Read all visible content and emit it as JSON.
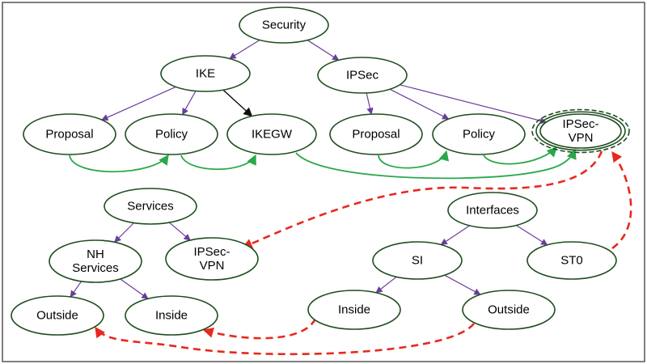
{
  "colors": {
    "node_stroke": "#1f4d1f",
    "tree_edge": "#6a3d9a",
    "black_edge": "#111111",
    "green_edge": "#2aa84a",
    "red_dashed_edge": "#e8281e"
  },
  "nodes": [
    {
      "id": "security",
      "lines": [
        "Security"
      ]
    },
    {
      "id": "ike",
      "lines": [
        "IKE"
      ]
    },
    {
      "id": "ipsec",
      "lines": [
        "IPSec"
      ]
    },
    {
      "id": "ike-proposal",
      "lines": [
        "Proposal"
      ]
    },
    {
      "id": "ike-policy",
      "lines": [
        "Policy"
      ]
    },
    {
      "id": "ikegw",
      "lines": [
        "IKEGW"
      ]
    },
    {
      "id": "ipsec-proposal",
      "lines": [
        "Proposal"
      ]
    },
    {
      "id": "ipsec-policy",
      "lines": [
        "Policy"
      ]
    },
    {
      "id": "ipsec-vpn",
      "lines": [
        "IPSec-",
        "VPN"
      ],
      "highlighted": true
    },
    {
      "id": "services",
      "lines": [
        "Services"
      ]
    },
    {
      "id": "nh-services",
      "lines": [
        "NH",
        "Services"
      ]
    },
    {
      "id": "svc-ipsec-vpn",
      "lines": [
        "IPSec-",
        "VPN"
      ]
    },
    {
      "id": "svc-outside",
      "lines": [
        "Outside"
      ]
    },
    {
      "id": "svc-inside",
      "lines": [
        "Inside"
      ]
    },
    {
      "id": "interfaces",
      "lines": [
        "Interfaces"
      ]
    },
    {
      "id": "si",
      "lines": [
        "SI"
      ]
    },
    {
      "id": "st0",
      "lines": [
        "ST0"
      ]
    },
    {
      "id": "if-inside",
      "lines": [
        "Inside"
      ]
    },
    {
      "id": "if-outside",
      "lines": [
        "Outside"
      ]
    }
  ],
  "edges": [
    {
      "from": "security",
      "to": "ike",
      "style": "tree"
    },
    {
      "from": "security",
      "to": "ipsec",
      "style": "tree"
    },
    {
      "from": "ike",
      "to": "ike-proposal",
      "style": "tree"
    },
    {
      "from": "ike",
      "to": "ike-policy",
      "style": "tree"
    },
    {
      "from": "ike",
      "to": "ikegw",
      "style": "black"
    },
    {
      "from": "ipsec",
      "to": "ipsec-proposal",
      "style": "tree"
    },
    {
      "from": "ipsec",
      "to": "ipsec-policy",
      "style": "tree"
    },
    {
      "from": "ipsec",
      "to": "ipsec-vpn",
      "style": "tree"
    },
    {
      "from": "services",
      "to": "nh-services",
      "style": "tree"
    },
    {
      "from": "services",
      "to": "svc-ipsec-vpn",
      "style": "tree"
    },
    {
      "from": "nh-services",
      "to": "svc-outside",
      "style": "tree"
    },
    {
      "from": "nh-services",
      "to": "svc-inside",
      "style": "tree"
    },
    {
      "from": "interfaces",
      "to": "si",
      "style": "tree"
    },
    {
      "from": "interfaces",
      "to": "st0",
      "style": "tree"
    },
    {
      "from": "si",
      "to": "if-inside",
      "style": "tree"
    },
    {
      "from": "si",
      "to": "if-outside",
      "style": "tree"
    },
    {
      "from": "ike-proposal",
      "to": "ike-policy",
      "style": "green"
    },
    {
      "from": "ike-policy",
      "to": "ikegw",
      "style": "green"
    },
    {
      "from": "ikegw",
      "to": "ipsec-vpn",
      "style": "green"
    },
    {
      "from": "ipsec-proposal",
      "to": "ipsec-policy",
      "style": "green"
    },
    {
      "from": "ipsec-policy",
      "to": "ipsec-vpn",
      "style": "green"
    },
    {
      "from": "ipsec-vpn",
      "to": "svc-ipsec-vpn",
      "style": "red-dashed"
    },
    {
      "from": "st0",
      "to": "ipsec-vpn",
      "style": "red-dashed"
    },
    {
      "from": "if-inside",
      "to": "svc-inside",
      "style": "red-dashed"
    },
    {
      "from": "if-outside",
      "to": "svc-outside",
      "style": "red-dashed"
    }
  ]
}
